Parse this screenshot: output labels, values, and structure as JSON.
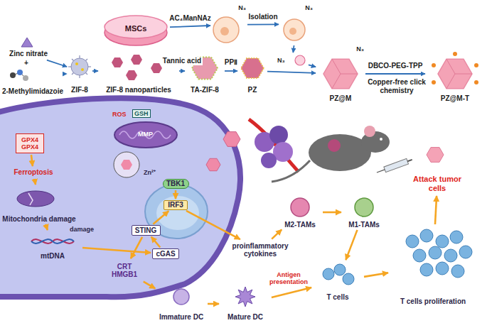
{
  "diagram": {
    "nodes": [
      {
        "text": [
          "MSCs"
        ]
      },
      {
        "text": [
          "N₃"
        ]
      },
      {
        "text": [
          "N₃"
        ]
      },
      {
        "text": [
          "N₃"
        ]
      },
      {
        "text": [
          "Zinc nitrate"
        ]
      },
      {
        "text": [
          "2-Methylimidazoie"
        ]
      },
      {
        "text": [
          "ZIF-8"
        ]
      },
      {
        "text": [
          "ZIF-8 nanoparticles"
        ]
      },
      {
        "text": [
          "TA-ZIF-8"
        ]
      },
      {
        "text": [
          "PZ"
        ]
      },
      {
        "text": [
          "N₃",
          "PZ@M"
        ]
      },
      {
        "text": [
          "PZ@M-T"
        ]
      },
      {
        "text": [
          "GPX4",
          "GPX4"
        ]
      },
      {
        "text": [
          "Ferroptosis"
        ]
      },
      {
        "text": [
          "Mitochondria damage"
        ]
      },
      {
        "text": [
          "mtDNA"
        ]
      },
      {
        "text": [
          "cGAS"
        ]
      },
      {
        "text": [
          "STING"
        ]
      },
      {
        "text": [
          "TBK1"
        ]
      },
      {
        "text": [
          "IRF3"
        ]
      },
      {
        "text": [
          "CRT",
          "HMGB1"
        ]
      },
      {
        "text": [
          "proinflammatory cytokines"
        ]
      },
      {
        "text": [
          "Immature DC"
        ]
      },
      {
        "text": [
          "Mature DC"
        ]
      },
      {
        "text": [
          "M2-TAMs"
        ]
      },
      {
        "text": [
          "M1-TAMs"
        ]
      },
      {
        "text": [
          "T cells"
        ]
      },
      {
        "text": [
          "T cells proliferation"
        ]
      },
      {
        "text": [
          "Attack tumor cells"
        ]
      }
    ],
    "edges": [
      {
        "from": 0,
        "to": 1,
        "arrow": "to",
        "label": "AC₄ManNAz"
      },
      {
        "from": 1,
        "to": 2,
        "arrow": "to",
        "label": "Isolation"
      },
      {
        "from": 2,
        "to": 3,
        "arrow": "to"
      },
      {
        "from": 3,
        "to": 10,
        "arrow": "to"
      },
      {
        "from": 4,
        "to": 6,
        "arrow": "to"
      },
      {
        "from": 5,
        "to": 6,
        "arrow": "to"
      },
      {
        "from": 6,
        "to": 7,
        "arrow": "to"
      },
      {
        "from": 7,
        "to": 8,
        "arrow": "to",
        "label": "Tannic acid"
      },
      {
        "from": 8,
        "to": 9,
        "arrow": "to",
        "label": "PPⅡ"
      },
      {
        "from": 9,
        "to": 10,
        "arrow": "to"
      },
      {
        "from": 10,
        "to": 11,
        "arrow": "to",
        "label": "DBCO-PEG-TPP"
      },
      {
        "from": 12,
        "to": 13,
        "arrow": "to"
      },
      {
        "from": 13,
        "to": 14,
        "arrow": "to"
      },
      {
        "from": 14,
        "to": 15,
        "arrow": "to"
      },
      {
        "from": 15,
        "to": 16,
        "arrow": "to"
      },
      {
        "from": 16,
        "to": 17,
        "arrow": "to"
      },
      {
        "from": 17,
        "to": 19,
        "arrow": "to"
      },
      {
        "from": 18,
        "to": 19,
        "arrow": "to"
      },
      {
        "from": 19,
        "to": 21,
        "arrow": "to"
      },
      {
        "from": 17,
        "to": 20,
        "arrow": "to"
      },
      {
        "from": 20,
        "to": 22,
        "arrow": "to"
      },
      {
        "from": 22,
        "to": 23,
        "arrow": "to"
      },
      {
        "from": 23,
        "to": 26,
        "arrow": "to",
        "label": "Antigen presentation"
      },
      {
        "from": 21,
        "to": 24,
        "arrow": "to"
      },
      {
        "from": 24,
        "to": 25,
        "arrow": "to"
      },
      {
        "from": 25,
        "to": 26,
        "arrow": "to"
      },
      {
        "from": 26,
        "to": 27,
        "arrow": "to"
      },
      {
        "from": 27,
        "to": 28,
        "arrow": "to"
      }
    ],
    "labels": [
      "+",
      "ROS",
      "GSH",
      "MMP",
      "Zn²⁺",
      "damage",
      "Copper-free click chemistry"
    ]
  }
}
